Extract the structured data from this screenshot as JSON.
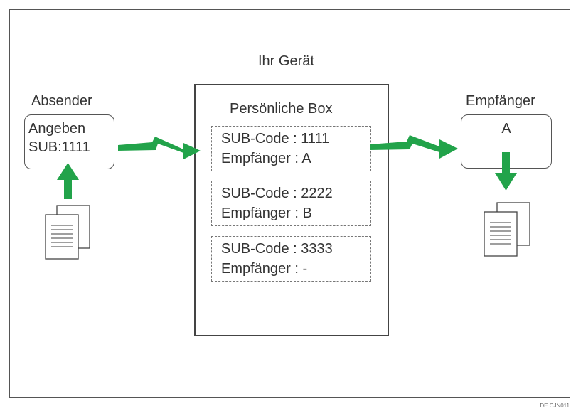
{
  "device_title": "Ihr Gerät",
  "sender": {
    "title": "Absender",
    "line1": "Angeben",
    "line2": "SUB:1111"
  },
  "box": {
    "title": "Persönliche Box",
    "entries": [
      {
        "code": "SUB-Code : 1111",
        "recipient": "Empfänger : A"
      },
      {
        "code": "SUB-Code : 2222",
        "recipient": "Empfänger : B"
      },
      {
        "code": "SUB-Code : 3333",
        "recipient": "Empfänger : -"
      }
    ]
  },
  "receiver": {
    "title": "Empfänger",
    "name": "A"
  },
  "image_code": "DE CJN011",
  "colors": {
    "arrow": "#22a34a",
    "border": "#555555"
  }
}
